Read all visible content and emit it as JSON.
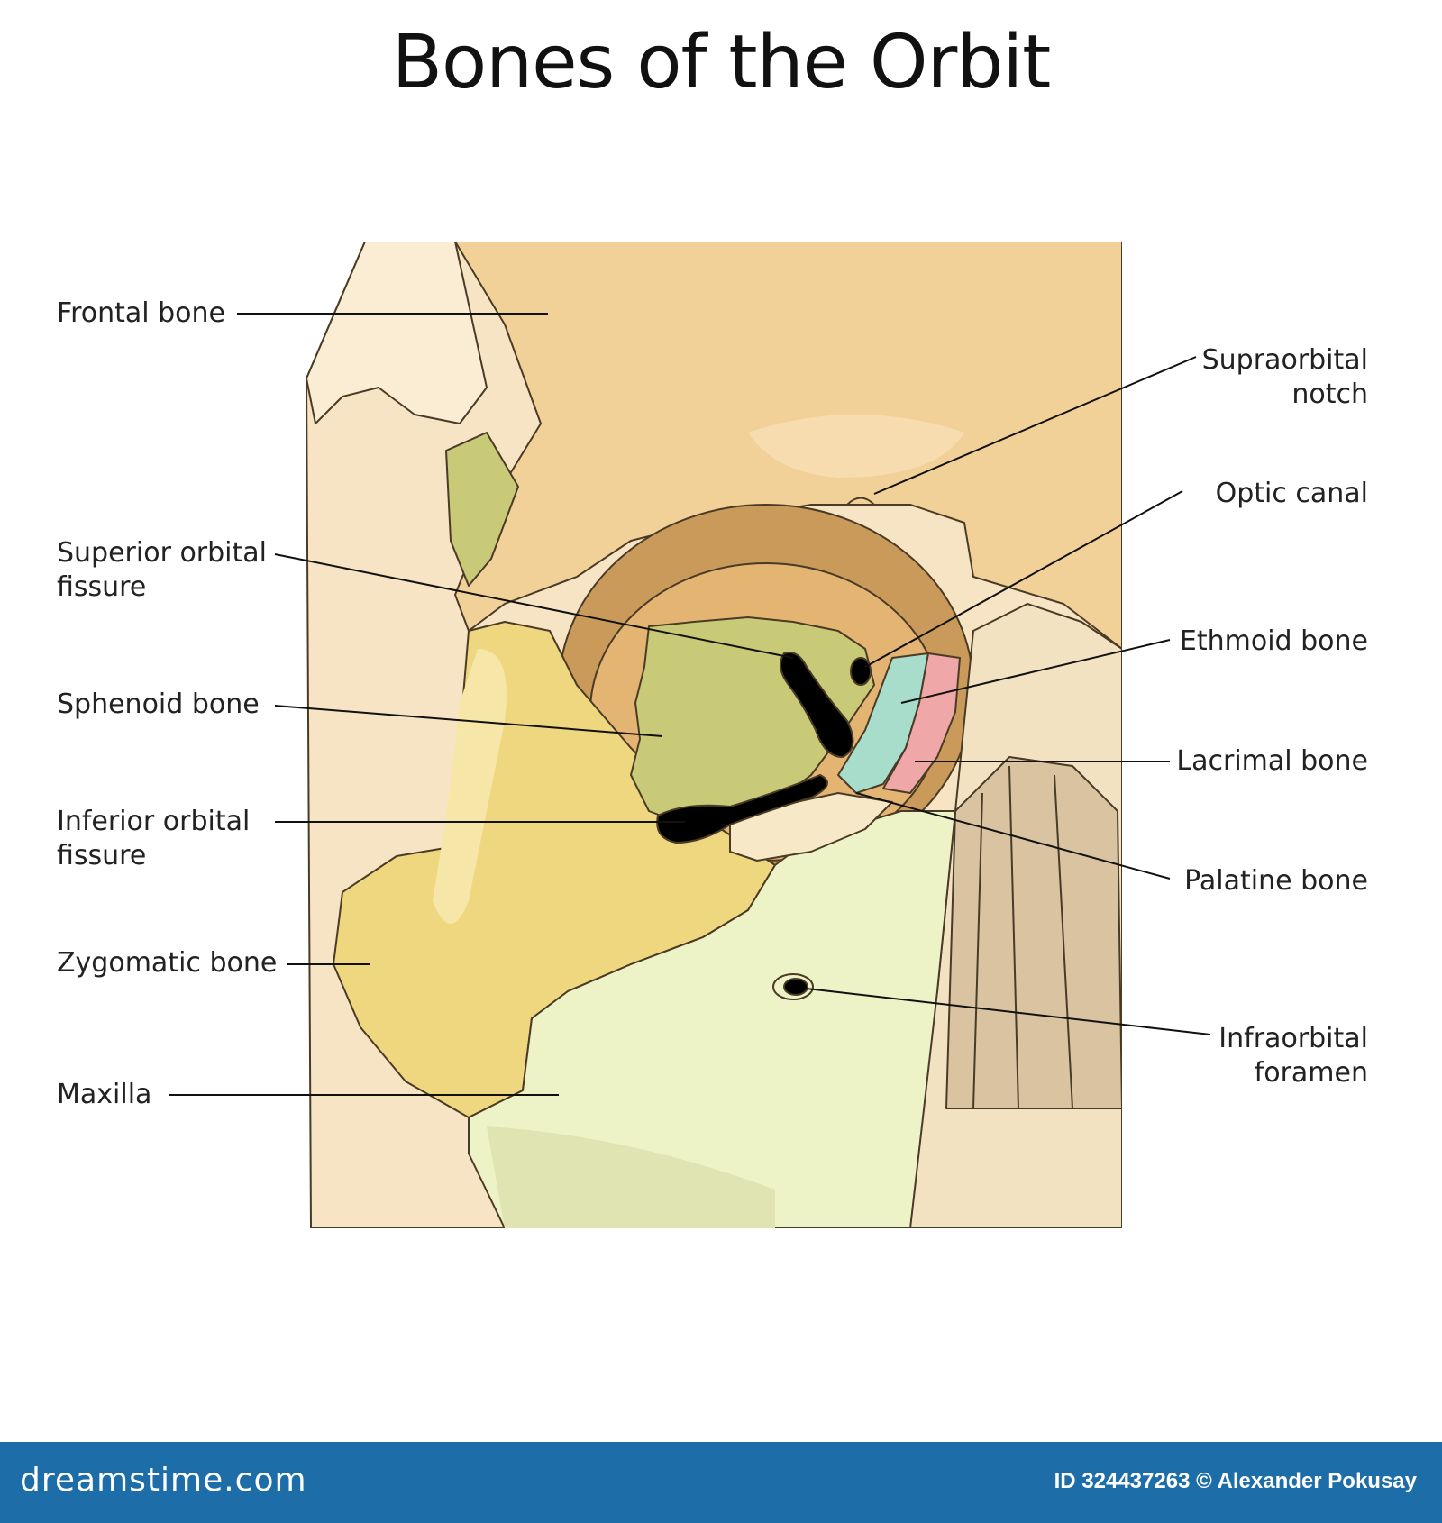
{
  "title": "Bones of the Orbit",
  "labels": {
    "frontal_bone": "Frontal bone",
    "superior_orbital_fissure": [
      "Superior orbital",
      "fissure"
    ],
    "sphenoid_bone": "Sphenoid bone",
    "inferior_orbital_fissure": [
      "Inferior orbital",
      "fissure"
    ],
    "zygomatic_bone": "Zygomatic bone",
    "maxilla": "Maxilla",
    "supraorbital_notch": [
      "Supraorbital",
      "notch"
    ],
    "optic_canal": "Optic canal",
    "ethmoid_bone": "Ethmoid bone",
    "lacrimal_bone": "Lacrimal bone",
    "palatine_bone": "Palatine bone",
    "infraorbital_foramen": [
      "Infraorbital",
      "foramen"
    ]
  },
  "footer": {
    "brand": "dreamstime.com",
    "credit": "ID 324437263 © Alexander Pokusay"
  },
  "colors": {
    "frontal": "#f2d199",
    "orbit_rim": "#c99a5a",
    "sphenoid": "#c8ca78",
    "ethmoid": "#a8dccb",
    "lacrimal": "#f0a7a8",
    "palatine": "#f7e8c7",
    "zygomatic": "#eed77f",
    "maxilla": "#eef3c7",
    "fissure": "#000000",
    "outline": "#4a3b26",
    "footer": "#1c6da8"
  }
}
